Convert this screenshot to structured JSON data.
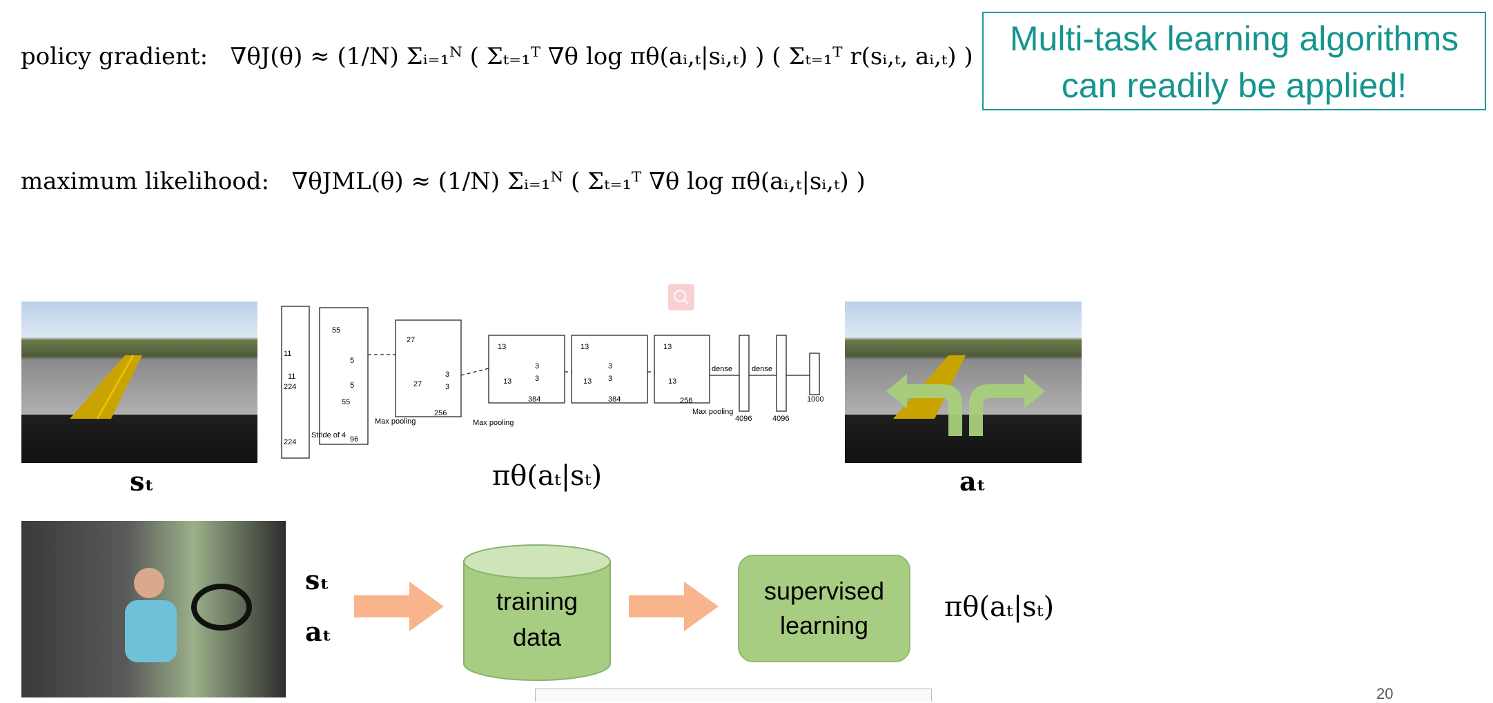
{
  "equations": {
    "policy_gradient_label": "policy gradient:",
    "policy_gradient_formula": "∇θJ(θ) ≈ (1/N) Σᵢ₌₁ᴺ ( Σₜ₌₁ᵀ ∇θ log πθ(aᵢ,ₜ|sᵢ,ₜ) ) ( Σₜ₌₁ᵀ r(sᵢ,ₜ, aᵢ,ₜ) )",
    "max_likelihood_label": "maximum likelihood:",
    "max_likelihood_formula": "∇θJML(θ) ≈ (1/N) Σᵢ₌₁ᴺ ( Σₜ₌₁ᵀ ∇θ log πθ(aᵢ,ₜ|sᵢ,ₜ) )"
  },
  "callout": {
    "line1": "Multi-task learning algorithms",
    "line2": "can readily be applied!",
    "color": "#14958d"
  },
  "figure": {
    "state_label": "sₜ",
    "policy_label": "πθ(aₜ|sₜ)",
    "action_label": "aₜ",
    "network": {
      "labels": [
        "11",
        "11",
        "224",
        "224",
        "Stride of 4",
        "55",
        "5",
        "5",
        "55",
        "96",
        "Max pooling",
        "27",
        "3",
        "3",
        "27",
        "256",
        "Max pooling",
        "13",
        "3",
        "3",
        "13",
        "384",
        "13",
        "3",
        "3",
        "13",
        "384",
        "13",
        "13",
        "256",
        "Max pooling",
        "dense",
        "dense",
        "4096",
        "4096",
        "1000"
      ]
    }
  },
  "pipeline": {
    "state": "sₜ",
    "action": "aₜ",
    "training_data": "training data",
    "supervised_learning": "supervised learning",
    "output": "πθ(aₜ|sₜ)"
  },
  "page_number": "20"
}
